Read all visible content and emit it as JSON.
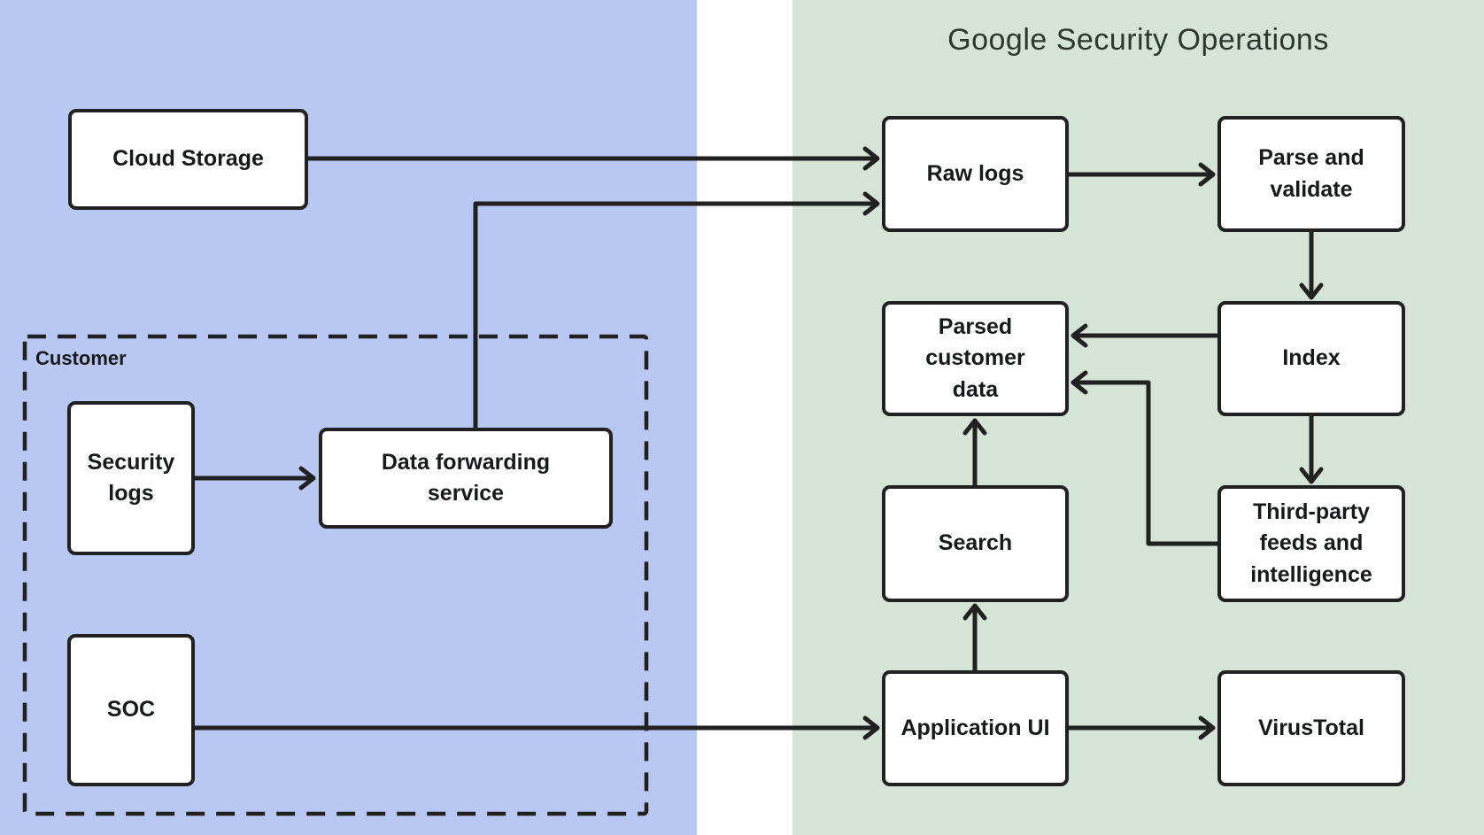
{
  "title": "Google Security Operations",
  "customer_group": {
    "label": "Customer"
  },
  "colors": {
    "customer_panel": "#b9c7f3",
    "google_panel": "#d6e4d7",
    "line": "#212121",
    "node_bg": "#ffffff",
    "node_border": "#212121",
    "text": "#17191a",
    "title_text": "#2f3530"
  },
  "nodes": {
    "cloud_storage": {
      "label": "Cloud Storage",
      "zone": "customer"
    },
    "security_logs": {
      "label": "Security\nlogs",
      "zone": "customer"
    },
    "data_forwarding_service": {
      "label": "Data forwarding\nservice",
      "zone": "customer"
    },
    "soc": {
      "label": "SOC",
      "zone": "customer"
    },
    "raw_logs": {
      "label": "Raw logs",
      "zone": "google_security_operations"
    },
    "parse_and_validate": {
      "label": "Parse and\nvalidate",
      "zone": "google_security_operations"
    },
    "parsed_customer_data": {
      "label": "Parsed\ncustomer\ndata",
      "zone": "google_security_operations"
    },
    "index": {
      "label": "Index",
      "zone": "google_security_operations"
    },
    "search": {
      "label": "Search",
      "zone": "google_security_operations"
    },
    "third_party_feeds": {
      "label": "Third-party\nfeeds and\nintelligence",
      "zone": "google_security_operations"
    },
    "application_ui": {
      "label": "Application UI",
      "zone": "google_security_operations"
    },
    "virustotal": {
      "label": "VirusTotal",
      "zone": "google_security_operations"
    }
  },
  "edges": [
    {
      "from": "cloud_storage",
      "to": "raw_logs"
    },
    {
      "from": "data_forwarding_service",
      "to": "raw_logs"
    },
    {
      "from": "security_logs",
      "to": "data_forwarding_service"
    },
    {
      "from": "soc",
      "to": "application_ui"
    },
    {
      "from": "raw_logs",
      "to": "parse_and_validate"
    },
    {
      "from": "parse_and_validate",
      "to": "index"
    },
    {
      "from": "index",
      "to": "parsed_customer_data"
    },
    {
      "from": "index",
      "to": "third_party_feeds"
    },
    {
      "from": "third_party_feeds",
      "to": "parsed_customer_data"
    },
    {
      "from": "search",
      "to": "parsed_customer_data"
    },
    {
      "from": "application_ui",
      "to": "search"
    },
    {
      "from": "application_ui",
      "to": "virustotal"
    }
  ]
}
